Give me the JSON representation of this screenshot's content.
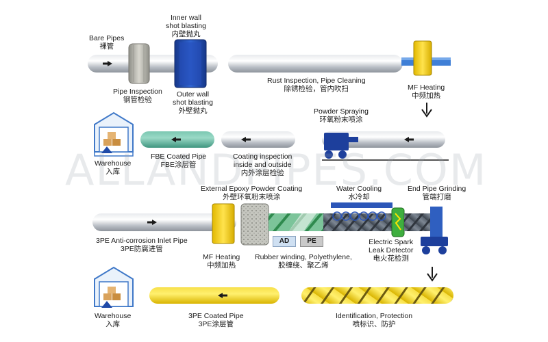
{
  "watermark": "ALLANDPIPES.COM",
  "colors": {
    "pipe_gray": "#c8ccd2",
    "machine_blue": "#1f4aa8",
    "heater_yellow": "#f5d000",
    "fbe_green": "#5cb39b",
    "coated_yellow": "#f4d21c",
    "cart_blue": "#1d3f9c"
  },
  "row1": {
    "bare_pipes": {
      "en": "Bare Pipes",
      "zh": "裸管"
    },
    "inner_blast": {
      "en1": "Inner wall",
      "en2": "shot blasting",
      "zh": "内壁抛丸"
    },
    "pipe_inspection": {
      "en": "Pipe Inspection",
      "zh": "钢管检验"
    },
    "outer_blast": {
      "en1": "Outer wall",
      "en2": "shot blasting",
      "zh": "外壁抛丸"
    },
    "rust_inspection": {
      "en": "Rust Inspection, Pipe Cleaning",
      "zh": "除锈检验，管内吹扫"
    },
    "mf_heating": {
      "en": "MF Heating",
      "zh": "中频加热"
    }
  },
  "row2": {
    "warehouse": {
      "en": "Warehouse",
      "zh": "入库"
    },
    "fbe_coated": {
      "en": "FBE Coated Pipe",
      "zh": "FBE涂层管"
    },
    "coating_inspection": {
      "en1": "Coating inspection",
      "en2": "inside and outside",
      "zh": "内外涂层检验"
    },
    "powder_spraying": {
      "en": "Powder Spraying",
      "zh": "环氧粉末喷涂"
    }
  },
  "row3": {
    "external_epoxy": {
      "en": "External Epoxy Powder Coating",
      "zh": "外壁环氧粉末喷涂"
    },
    "water_cooling": {
      "en": "Water Cooling",
      "zh": "水冷却"
    },
    "end_grinding": {
      "en": "End Pipe Grinding",
      "zh": "管端打磨"
    },
    "inlet_pipe": {
      "en": "3PE Anti-corrosion Inlet Pipe",
      "zh": "3PE防腐进管"
    },
    "mf_heating": {
      "en": "MF Heating",
      "zh": "中频加热"
    },
    "rubber_winding": {
      "en": "Rubber winding, Polyethylene,",
      "zh": "胶缠绕、聚乙烯"
    },
    "spark_detector": {
      "en1": "Electric Spark",
      "en2": "Leak Detector",
      "zh": "电火花检测"
    },
    "tag_ad": "AD",
    "tag_pe": "PE"
  },
  "row4": {
    "warehouse": {
      "en": "Warehouse",
      "zh": "入库"
    },
    "coated_3pe": {
      "en": "3PE Coated Pipe",
      "zh": "3PE涂层管"
    },
    "identification": {
      "en": "Identification, Protection",
      "zh": "喷标识、防护"
    }
  }
}
